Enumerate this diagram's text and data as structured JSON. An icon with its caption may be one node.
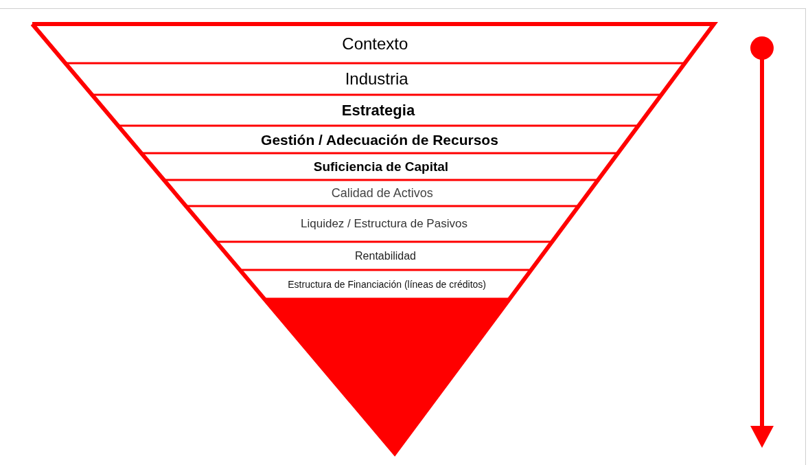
{
  "diagram": {
    "nodes": [
      {
        "text": [
          "Contexto"
        ]
      },
      {
        "text": [
          "Industria"
        ]
      },
      {
        "text": [
          "Estrategia"
        ]
      },
      {
        "text": [
          "Gestión / Adecuación de Recursos"
        ]
      },
      {
        "text": [
          "Suficiencia de Capital"
        ]
      },
      {
        "text": [
          "Calidad de Activos"
        ]
      },
      {
        "text": [
          "Liquidez / Estructura de Pasivos"
        ]
      },
      {
        "text": [
          "Rentabilidad"
        ]
      },
      {
        "text": [
          "Estructura de Financiación (líneas de créditos)"
        ]
      },
      {
        "text": [],
        "shape": "triangle"
      }
    ]
  }
}
